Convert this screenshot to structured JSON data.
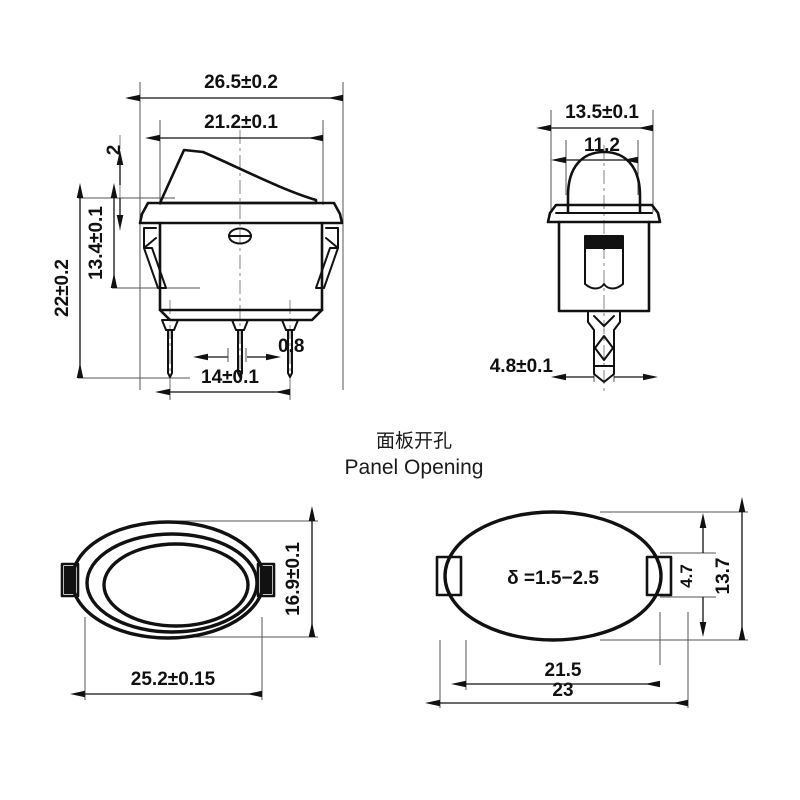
{
  "drawing": {
    "title": "Rocker Switch Dimensional Drawing",
    "units": "mm",
    "line_color": "#111111",
    "background_color": "#ffffff"
  },
  "caption": {
    "chinese": "面板开孔",
    "english": "Panel Opening"
  },
  "views": {
    "front": {
      "name": "front-view",
      "dimensions": {
        "overall_width": "26.5±0.2",
        "bezel_width": "21.2±0.1",
        "bezel_thickness": "2",
        "overall_height": "22±0.2",
        "body_height": "13.4±0.1",
        "terminal_pitch": "14±0.1",
        "terminal_thickness": "0.8"
      }
    },
    "side": {
      "name": "side-view",
      "dimensions": {
        "overall_width": "13.5±0.1",
        "dome_width": "11.2",
        "terminal_width": "4.8±0.1"
      }
    },
    "panel_opening_front": {
      "name": "panel-opening-front-view",
      "dimensions": {
        "width": "25.2±0.15",
        "height": "16.9±0.1"
      }
    },
    "panel_opening_side": {
      "name": "panel-opening-side-view",
      "dimensions": {
        "panel_thickness": "δ =1.5−2.5",
        "inner_width": "21.5",
        "outer_width": "23",
        "tab_height": "4.7",
        "overall_height": "13.7"
      }
    }
  }
}
